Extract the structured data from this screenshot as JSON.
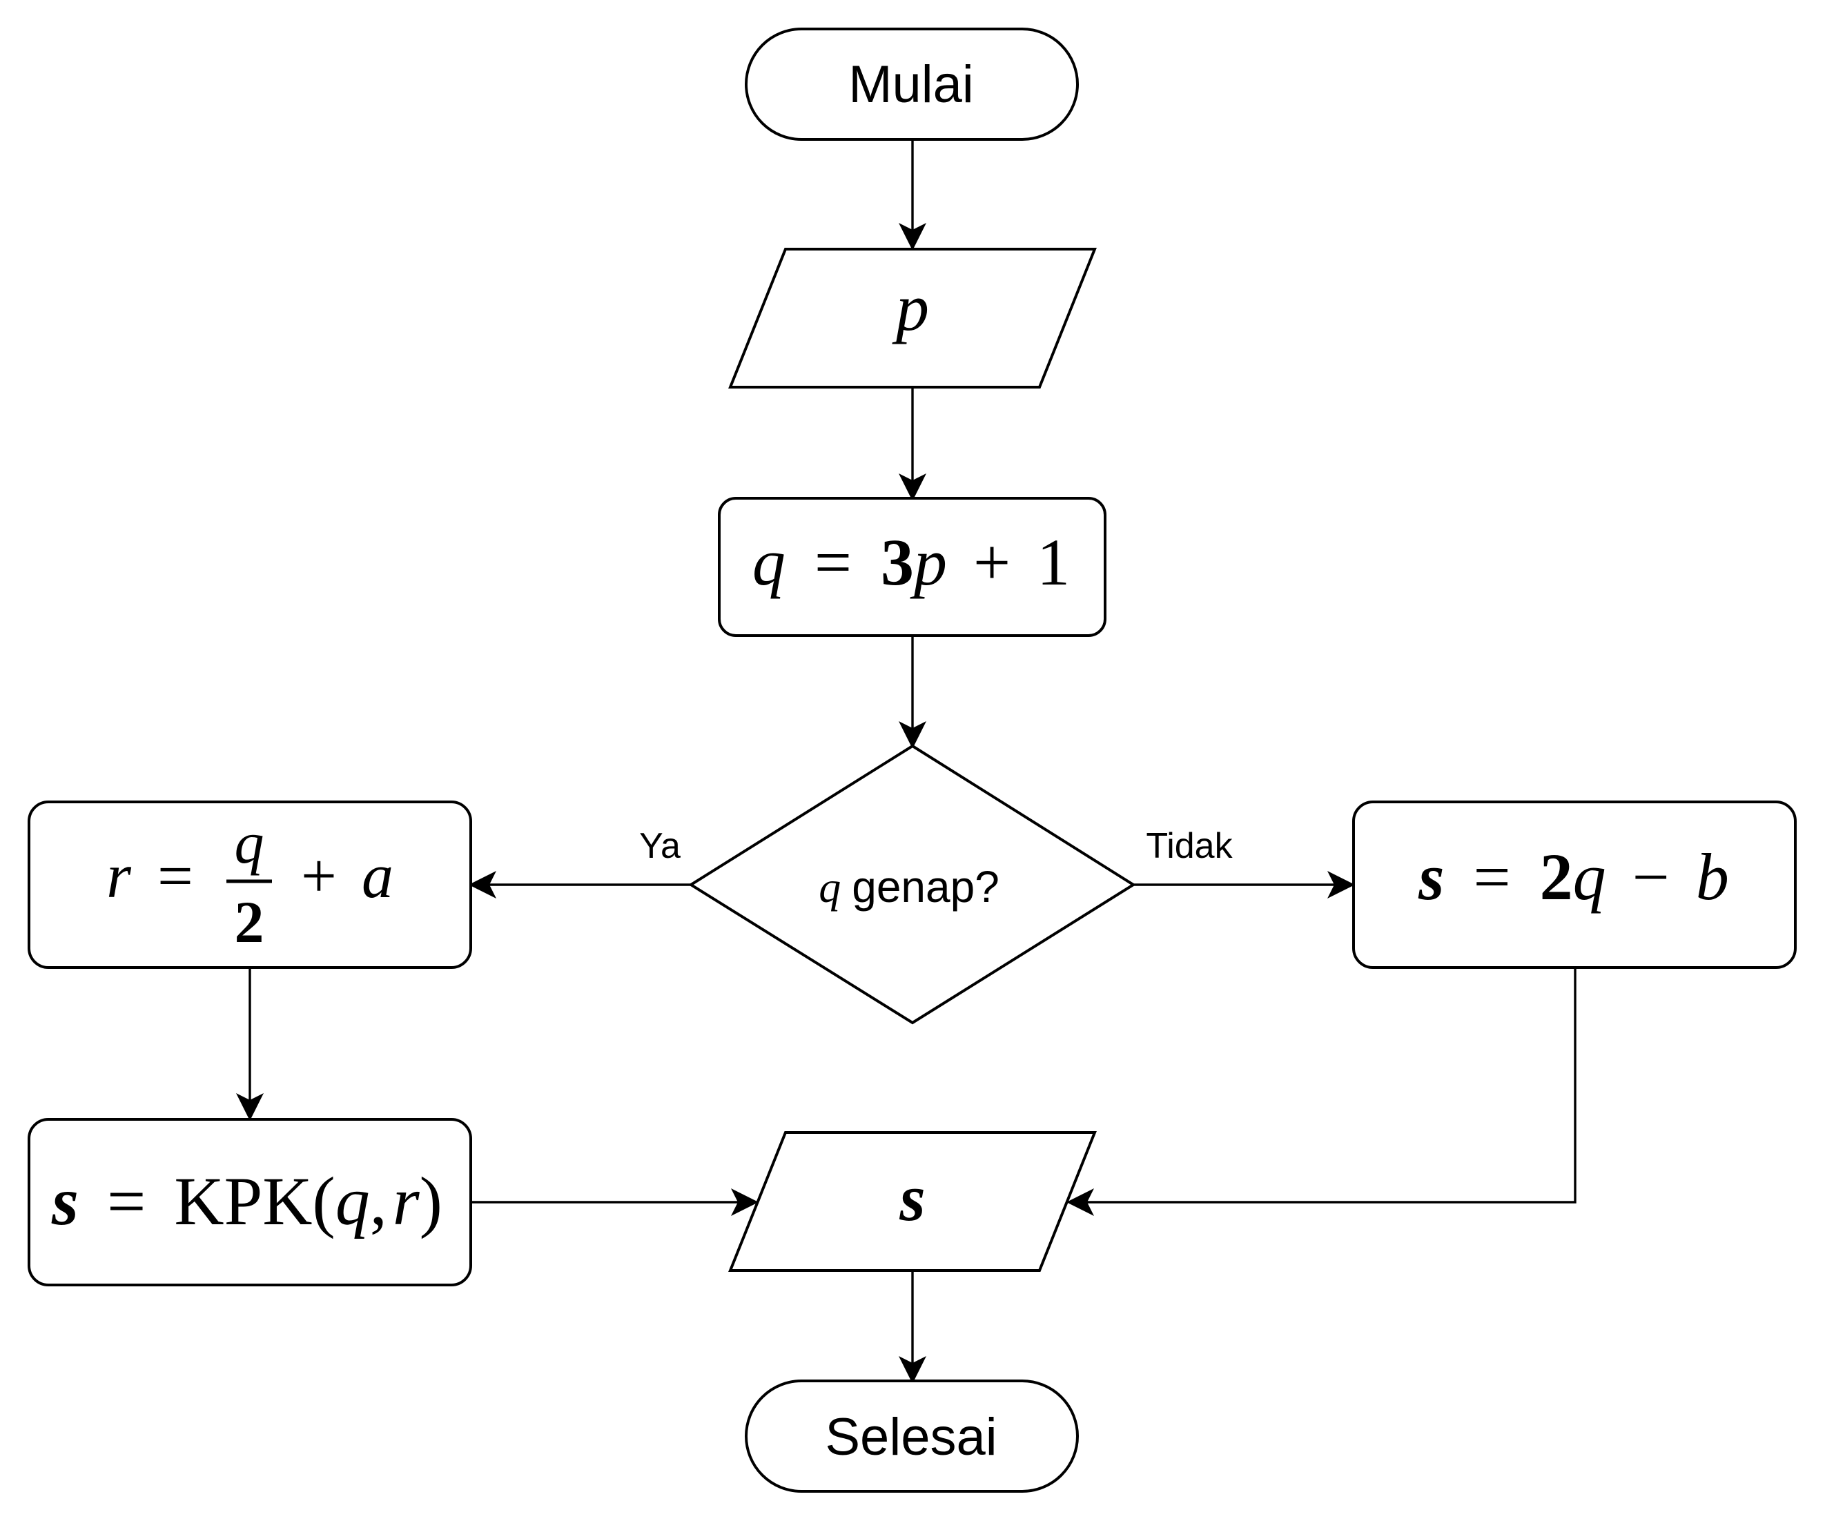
{
  "diagram": {
    "type": "flowchart",
    "colors": {
      "stroke": "#000000",
      "fill": "#ffffff",
      "text": "#000000"
    },
    "nodes": {
      "start": {
        "shape": "terminator",
        "label": "Mulai"
      },
      "input_p": {
        "shape": "input-output",
        "label": "p"
      },
      "process_q": {
        "shape": "process",
        "label": "q = 3p + 1",
        "parts": {
          "lhs": "q",
          "eq": "=",
          "rhs_coef": "3",
          "rhs_var": "p",
          "plus": "+",
          "const": "1"
        }
      },
      "decision": {
        "shape": "decision",
        "label": "q genap?",
        "var": "q",
        "text": "genap?"
      },
      "process_r": {
        "shape": "process",
        "label": "r = q/2 + a",
        "parts": {
          "lhs": "r",
          "eq": "=",
          "num": "q",
          "den": "2",
          "plus": "+",
          "var": "a"
        }
      },
      "process_s_kpk": {
        "shape": "process",
        "label": "s = KPK(q, r)",
        "parts": {
          "lhs": "s",
          "eq": "=",
          "func": "KPK",
          "open": "(",
          "arg1": "q",
          "comma": ",",
          "arg2": "r",
          "close": ")"
        }
      },
      "process_s_alt": {
        "shape": "process",
        "label": "s = 2q − b",
        "parts": {
          "lhs": "s",
          "eq": "=",
          "coef": "2",
          "var": "q",
          "minus": "−",
          "sub": "b"
        }
      },
      "output_s": {
        "shape": "input-output",
        "label": "s"
      },
      "end": {
        "shape": "terminator",
        "label": "Selesai"
      }
    },
    "edges": [
      {
        "from": "start",
        "to": "input_p",
        "label": ""
      },
      {
        "from": "input_p",
        "to": "process_q",
        "label": ""
      },
      {
        "from": "process_q",
        "to": "decision",
        "label": ""
      },
      {
        "from": "decision",
        "to": "process_r",
        "label": "Ya"
      },
      {
        "from": "decision",
        "to": "process_s_alt",
        "label": "Tidak"
      },
      {
        "from": "process_r",
        "to": "process_s_kpk",
        "label": ""
      },
      {
        "from": "process_s_kpk",
        "to": "output_s",
        "label": ""
      },
      {
        "from": "process_s_alt",
        "to": "output_s",
        "label": ""
      },
      {
        "from": "output_s",
        "to": "end",
        "label": ""
      }
    ],
    "edge_labels": {
      "yes": "Ya",
      "no": "Tidak"
    }
  }
}
